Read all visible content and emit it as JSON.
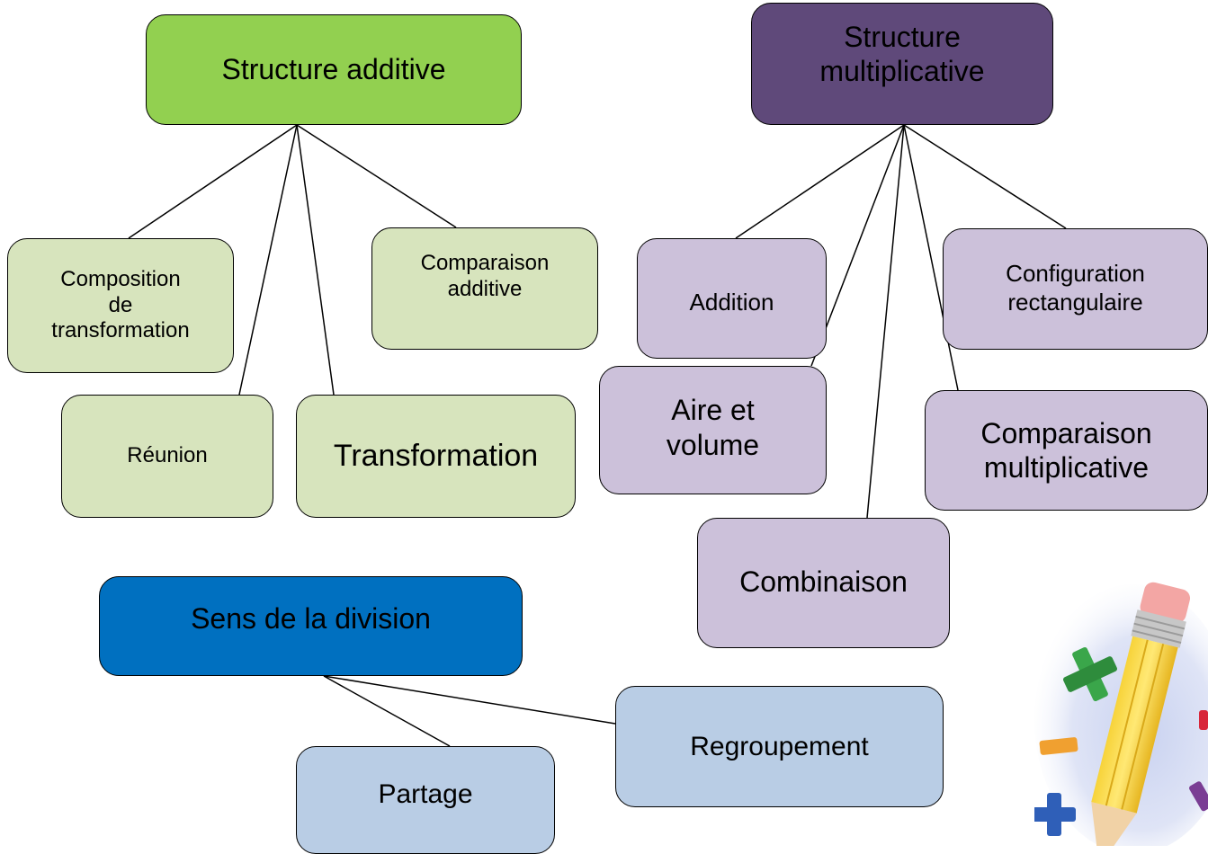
{
  "colors": {
    "additive_main": "#92d050",
    "additive_sub": "#d7e4bd",
    "multiplicative_main": "#5f497a",
    "multiplicative_sub": "#ccc1da",
    "division_main": "#0070c0",
    "division_sub": "#b9cde5"
  },
  "additive": {
    "title": "Structure additive",
    "composition": "Composition\nde\ntransformation",
    "comparaison": "Comparaison\nadditive",
    "reunion": "Réunion",
    "transformation": "Transformation"
  },
  "multiplicative": {
    "title": "Structure\nmultiplicative",
    "addition": "Addition",
    "configuration": "Configuration\nrectangulaire",
    "aire_volume": "Aire et\nvolume",
    "comparaison": "Comparaison\nmultiplicative",
    "combinaison": "Combinaison"
  },
  "division": {
    "title": "Sens de la division",
    "regroupement": "Regroupement",
    "partage": "Partage"
  },
  "decoration": {
    "icons": [
      "pencil-icon",
      "plus-icon",
      "minus-icon",
      "multiply-icon"
    ]
  }
}
